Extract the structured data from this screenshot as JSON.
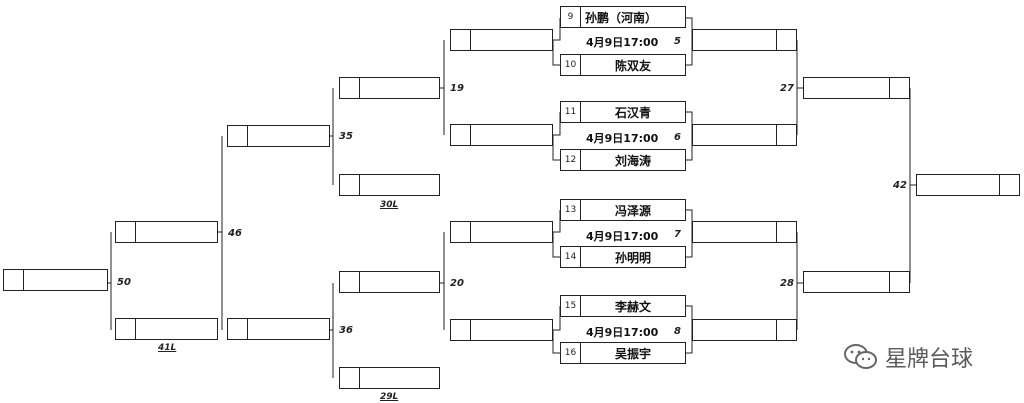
{
  "first_round": [
    {
      "match_no": "5",
      "time": "4月9日17:00",
      "top": {
        "seed": "9",
        "name": "孙鹏（河南）"
      },
      "bottom": {
        "seed": "10",
        "name": "陈双友"
      }
    },
    {
      "match_no": "6",
      "time": "4月9日17:00",
      "top": {
        "seed": "11",
        "name": "石汉青"
      },
      "bottom": {
        "seed": "12",
        "name": "刘海涛"
      }
    },
    {
      "match_no": "7",
      "time": "4月9日17:00",
      "top": {
        "seed": "13",
        "name": "冯泽源"
      },
      "bottom": {
        "seed": "14",
        "name": "孙明明"
      }
    },
    {
      "match_no": "8",
      "time": "4月9日17:00",
      "top": {
        "seed": "15",
        "name": "李赫文"
      },
      "bottom": {
        "seed": "16",
        "name": "吴振宇"
      }
    }
  ],
  "match_numbers": {
    "m19": "19",
    "m20": "20",
    "m27": "27",
    "m28": "28",
    "m35": "35",
    "m36": "36",
    "m42": "42",
    "m46": "46",
    "m50": "50"
  },
  "loser_refs": {
    "l30": "30L",
    "l29": "29L",
    "l41": "41L"
  },
  "watermark": {
    "text": "星牌台球",
    "icon": "wechat-icon"
  }
}
